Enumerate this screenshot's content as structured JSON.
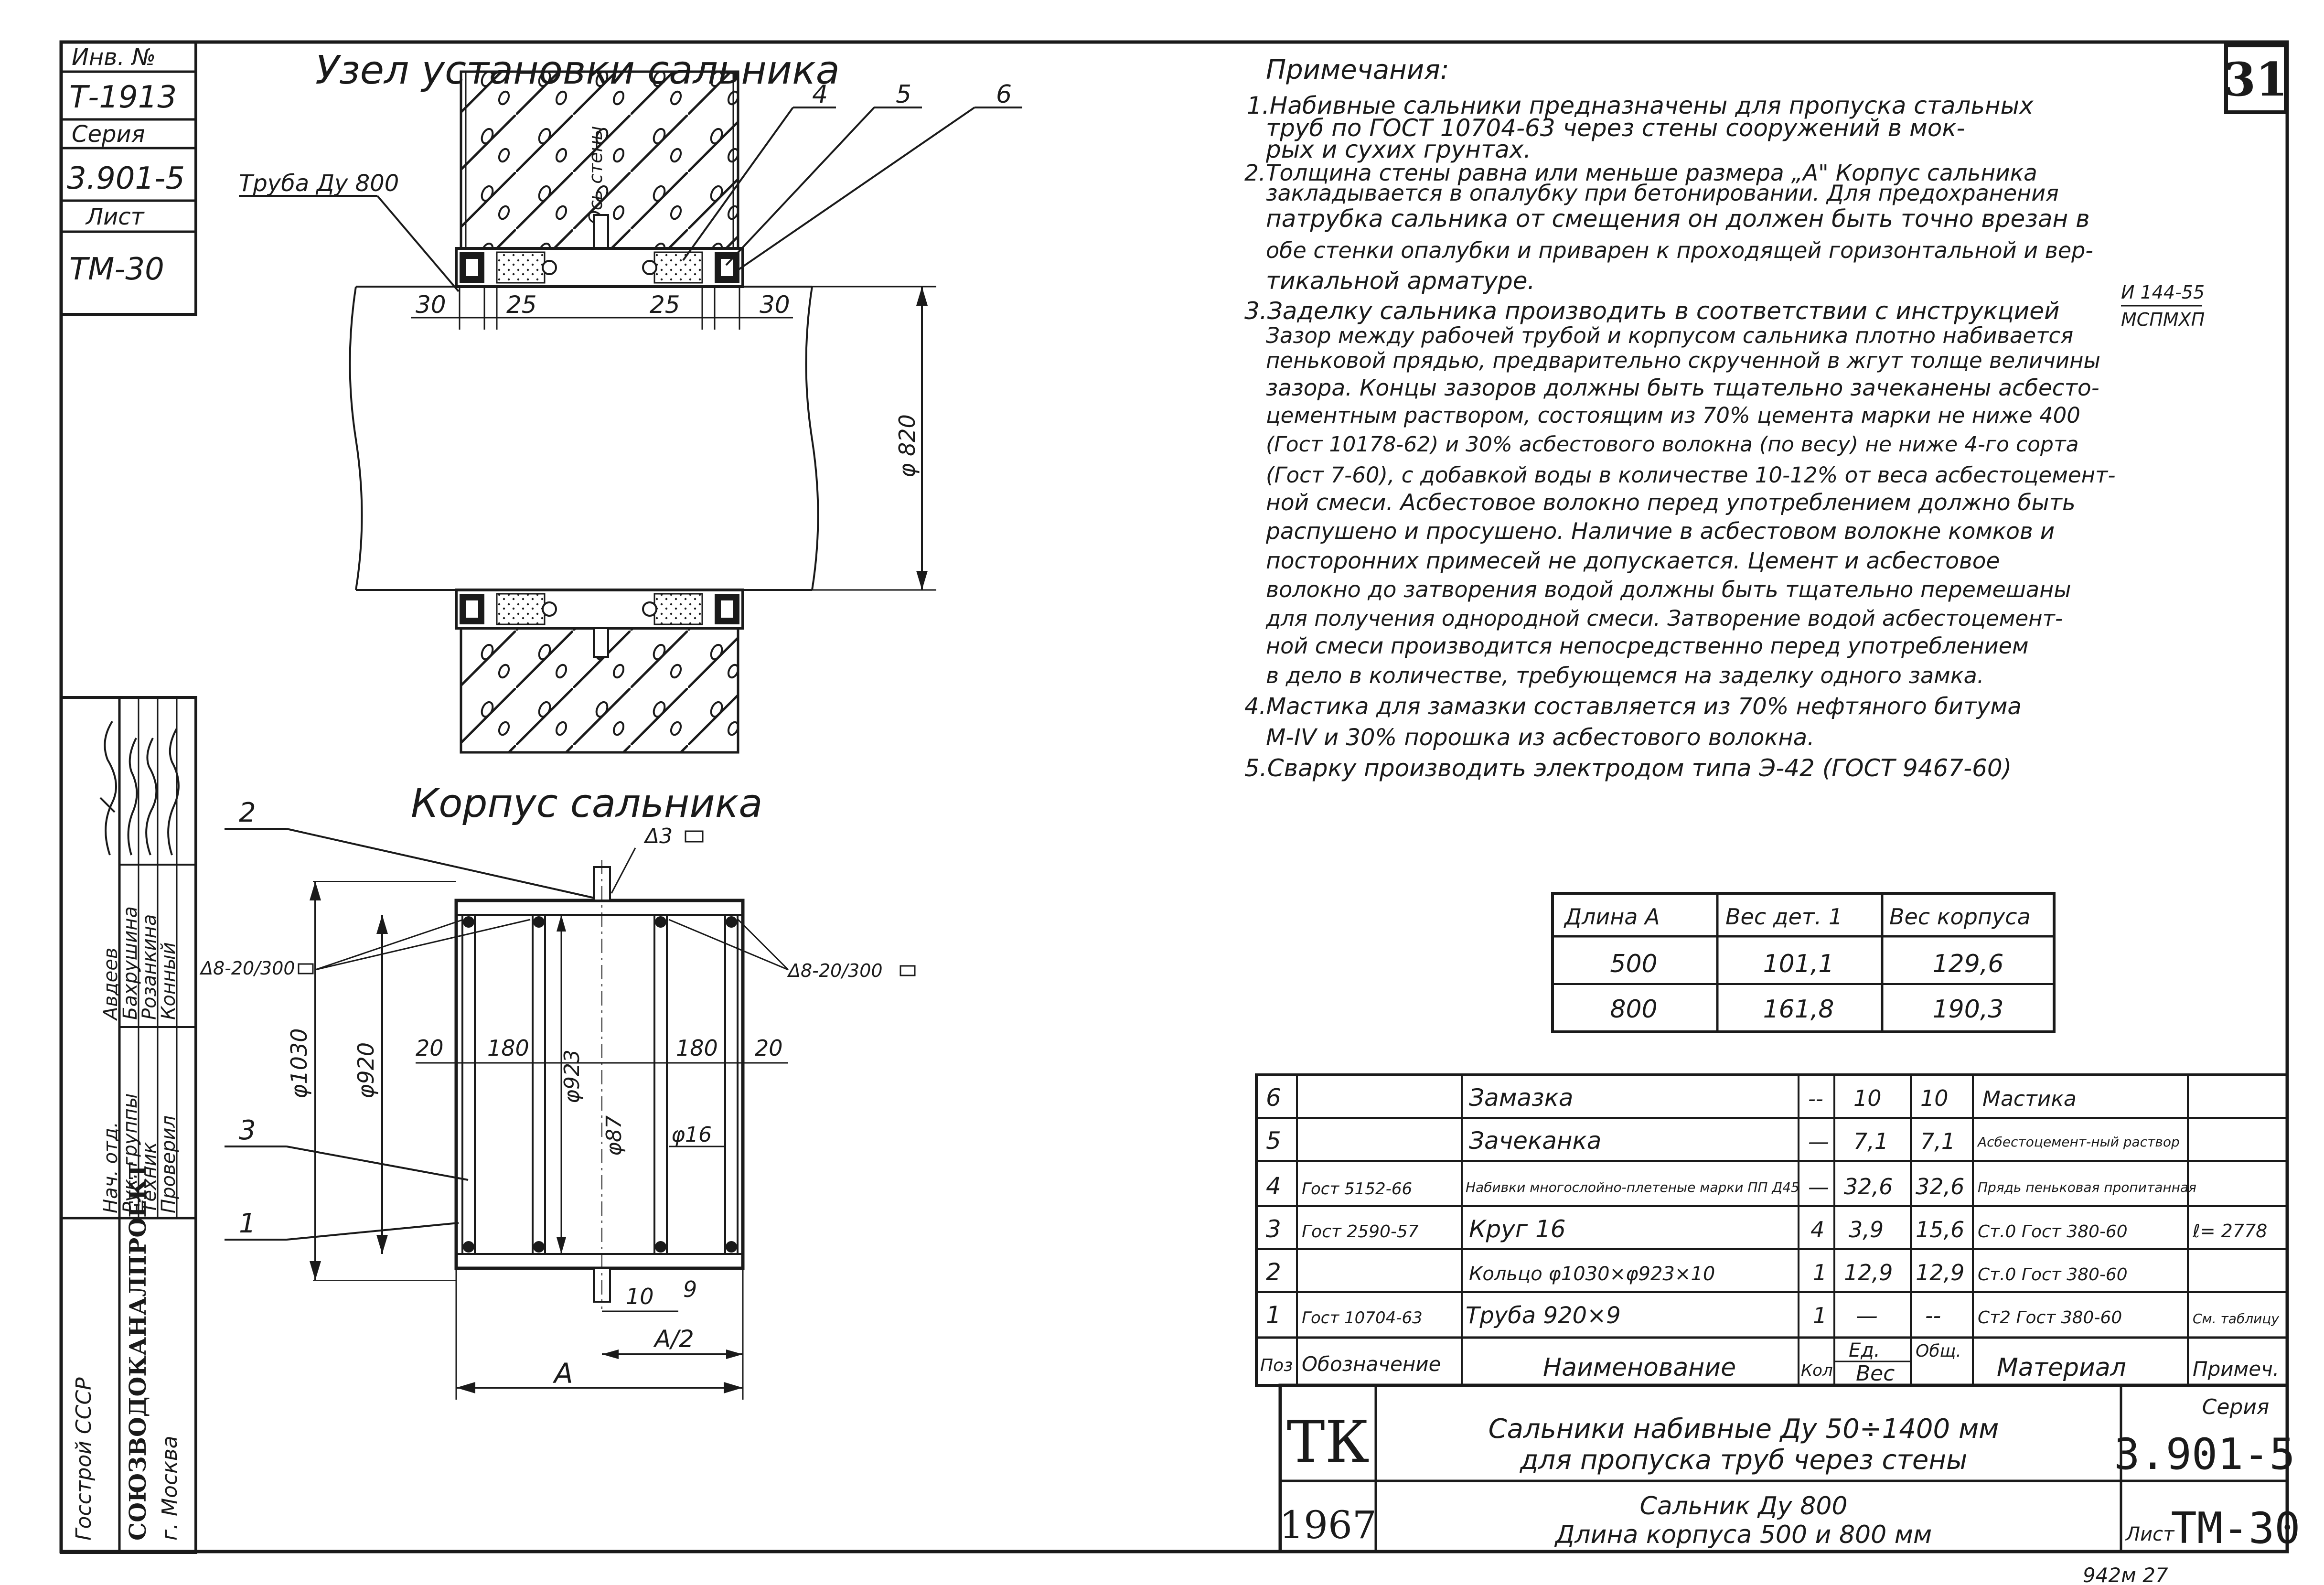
{
  "sheet_number": "31",
  "footer_code": "942м 27",
  "left_stamp": {
    "inv_label": "Инв. №",
    "inv_value": "Т-1913",
    "series_label": "Серия",
    "series_value": "3.901-5",
    "sheet_label": "Лист",
    "sheet_value": "ТМ-30"
  },
  "side_block": {
    "org": "Госстрой СССР",
    "institute": "СОЮЗВОДОКАНАЛПРОЕКТ",
    "city": "г. Москва",
    "roles": [
      "Нач. отд.",
      "Рук. группы",
      "Техник",
      "Проверил"
    ],
    "names": [
      "Авдеев",
      "Бахрушина",
      "Розанкина",
      "Конный"
    ]
  },
  "top_drawing": {
    "title": "Узел установки сальника",
    "pipe_label": "Труба Ду 800",
    "wall_axis": "Ось стены",
    "callouts": [
      "4",
      "5",
      "6"
    ],
    "dims": {
      "d1": "30",
      "d2": "25",
      "d3": "25",
      "d4": "30",
      "dia": "φ 820"
    }
  },
  "bottom_drawing": {
    "title": "Корпус сальника",
    "callouts": [
      "2",
      "3",
      "1"
    ],
    "weld_top": "Δ3",
    "weld_left": "Δ8-20/300",
    "weld_right": "Δ8-20/300",
    "dims": {
      "d1030": "φ1030",
      "d920": "φ920",
      "d923": "φ923",
      "d87": "φ87",
      "d16": "φ16",
      "left20": "20",
      "left180": "180",
      "right180": "180",
      "right20": "20",
      "ten": "10",
      "nine": "9",
      "half": "А/2",
      "a": "А"
    }
  },
  "notes": {
    "heading": "Примечания:",
    "lines": [
      "1.Набивные сальники предназначены для пропуска стальных",
      "труб по ГОСТ 10704-63 через стены сооружений в мок-",
      "рых и сухих грунтах.",
      "2.Толщина стены равна или меньше размера „А\" Корпус сальника",
      "закладывается в опалубку при бетонировании. Для предохранения",
      "патрубка сальника от смещения он должен быть точно врезан в",
      "обе стенки опалубки и приварен к проходящей горизонтальной и вер-",
      "тикальной арматуре.",
      "3.Заделку сальника производить в соответствии с инструкцией",
      "Зазор между рабочей трубой и корпусом сальника плотно набивается",
      "пеньковой прядью, предварительно скрученной в жгут толще величины",
      "зазора. Концы зазоров должны быть тщательно зачеканены асбесто-",
      "цементным раствором, состоящим из 70% цемента марки не ниже 400",
      "(Гост 10178-62) и 30% асбестового волокна (по весу) не ниже 4-го сорта",
      "(Гост 7-60), с добавкой воды в количестве 10-12% от веса асбестоцемент-",
      "ной смеси. Асбестовое волокно перед употреблением должно быть",
      "распушено и просушено. Наличие в асбестовом волокне комков и",
      "посторонних примесей не допускается. Цемент и асбестовое",
      "волокно до затворения водой должны быть тщательно перемешаны",
      "для получения однородной смеси. Затворение водой асбестоцемент-",
      "ной смеси производится непосредственно перед употреблением",
      "в дело в количестве, требующемся на заделку одного замка.",
      "4.Мастика для замазки составляется из 70% нефтяного битума",
      "М-IV и 30% порошка из асбестового волокна.",
      "5.Сварку производить электродом типа Э-42 (ГОСТ 9467-60)"
    ],
    "instruction_ref_top": "И 144-55",
    "instruction_ref_bottom": "МСПМХП"
  },
  "weights_table": {
    "headers": [
      "Длина А",
      "Вес дет. 1",
      "Вес корпуса"
    ],
    "rows": [
      [
        "500",
        "101,1",
        "129,6"
      ],
      [
        "800",
        "161,8",
        "190,3"
      ]
    ]
  },
  "spec_table": {
    "headers": {
      "pos": "Поз",
      "designation": "Обозначение",
      "name": "Наименование",
      "qty": "Кол",
      "unit": "Ед.",
      "total": "Общ.",
      "weight": "Вес",
      "material": "Материал",
      "note": "Примеч."
    },
    "rows": [
      {
        "pos": "6",
        "designation": "",
        "name": "Замазка",
        "qty": "--",
        "unit": "10",
        "total": "10",
        "material": "Мастика",
        "note": ""
      },
      {
        "pos": "5",
        "designation": "",
        "name": "Зачеканка",
        "qty": "—",
        "unit": "7,1",
        "total": "7,1",
        "material": "Асбестоцемент-ный раствор",
        "note": ""
      },
      {
        "pos": "4",
        "designation": "Гост 5152-66",
        "name": "Набивки многослойно-плетеные марки ПП Д45",
        "qty": "—",
        "unit": "32,6",
        "total": "32,6",
        "material": "Прядь пеньковая пропитанная",
        "note": ""
      },
      {
        "pos": "3",
        "designation": "Гост 2590-57",
        "name": "Круг 16",
        "qty": "4",
        "unit": "3,9",
        "total": "15,6",
        "material": "Ст.0 Гост 380-60",
        "note": "ℓ= 2778"
      },
      {
        "pos": "2",
        "designation": "",
        "name": "Кольцо φ1030×φ923×10",
        "qty": "1",
        "unit": "12,9",
        "total": "12,9",
        "material": "Ст.0 Гост 380-60",
        "note": ""
      },
      {
        "pos": "1",
        "designation": "Гост 10704-63",
        "name": "Труба 920×9",
        "qty": "1",
        "unit": "—",
        "total": "--",
        "material": "Ст2 Гост 380-60",
        "note": "См. таблицу"
      }
    ]
  },
  "title_block": {
    "logo": "ТК",
    "year": "1967",
    "title_line1": "Сальники набивные Ду 50÷1400 мм",
    "title_line2": "для пропуска труб через стены",
    "sub_line1": "Сальник Ду 800",
    "sub_line2": "Длина корпуса 500 и 800 мм",
    "series_label": "Серия",
    "series_value": "3.901-5",
    "sheet_label": "Лист",
    "sheet_value": "ТМ-30"
  }
}
